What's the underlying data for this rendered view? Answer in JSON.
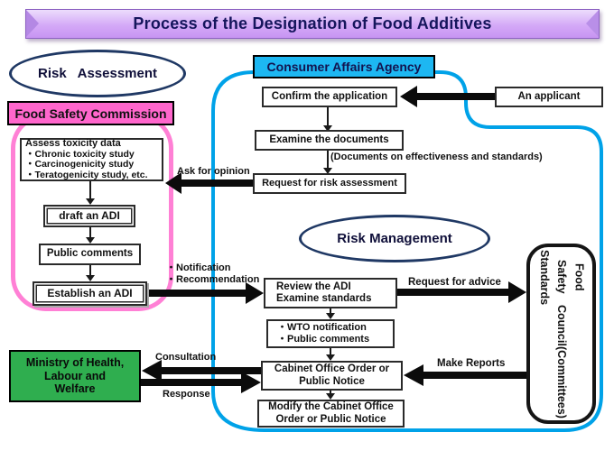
{
  "title": "Process of the Designation of Food Additives",
  "ellipses": {
    "risk_assessment": "Risk   Assessment",
    "risk_management": "Risk Management"
  },
  "food_safety_commission": {
    "header": "Food Safety Commission",
    "assess_box": {
      "title": "Assess toxicity data",
      "items": [
        "・Chronic toxicity study",
        "・Carcinogenicity study",
        "・Teratogenicity study, etc."
      ]
    },
    "draft_adi": "draft an ADI",
    "public_comments": "Public comments",
    "establish_adi": "Establish an ADI"
  },
  "consumer_affairs_agency": {
    "header": "Consumer Affairs Agency",
    "confirm": "Confirm the application",
    "examine": "Examine the documents",
    "documents_note": "(Documents on effectiveness and standards)",
    "request_risk_assessment": "Request for risk assessment",
    "review_box": [
      "Review the ADI",
      "Examine standards"
    ],
    "wto_box": [
      "・WTO notification",
      "・Public comments"
    ],
    "cabinet_box": [
      "Cabinet Office Order or",
      "Public Notice"
    ],
    "modify_box": [
      "Modify the Cabinet Office",
      "Order or Public Notice"
    ]
  },
  "applicant": "An applicant",
  "council": {
    "lines": [
      "Food Safety Standards",
      "Council",
      "(Committees)"
    ]
  },
  "ministry": {
    "lines": [
      "Ministry of Health,",
      "Labour and",
      "Welfare"
    ]
  },
  "arrow_labels": {
    "ask_for_opinion": "Ask for opinion",
    "notification": "・Notification",
    "recommendation": "・Recommendation",
    "request_for_advice": "Request for advice",
    "make_reports": "Make Reports",
    "consultation": "Consultation",
    "response": "Response"
  },
  "colors": {
    "title_bg": "#cc99ff",
    "pink_header": "#ff66cc",
    "pink_outline": "#ff80d5",
    "cyan_header": "#1db7f2",
    "blue_outline": "#00a2e8",
    "green_box": "#2fae4f",
    "navy": "#1f3864"
  }
}
